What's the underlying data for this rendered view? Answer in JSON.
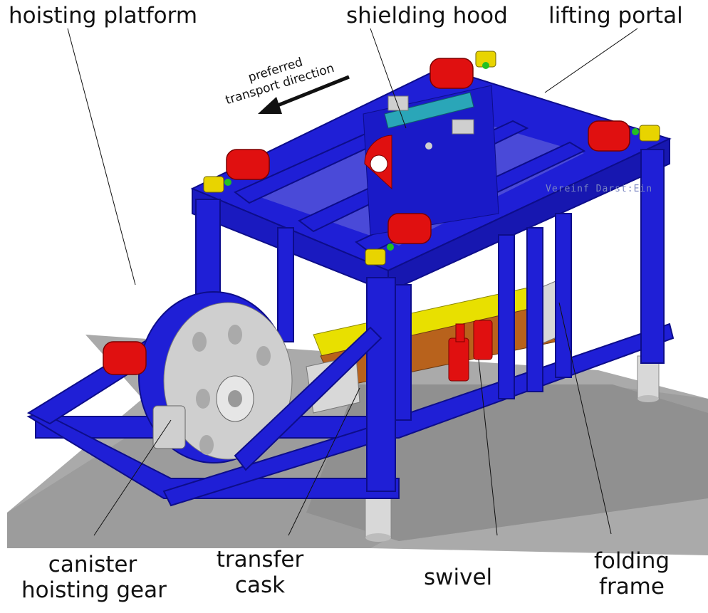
{
  "labels": {
    "hoisting_platform": "hoisting platform",
    "shielding_hood": "shielding hood",
    "lifting_portal": "lifting portal",
    "preferred_line1": "preferred",
    "preferred_line2": "transport direction",
    "canister_line1": "canister",
    "canister_line2": "hoisting gear",
    "transfer_line1": "transfer",
    "transfer_line2": "cask",
    "swivel": "swivel",
    "folding_line1": "folding",
    "folding_line2": "frame",
    "watermark": "Vereinf Darst:Ein"
  },
  "colors": {
    "frame_blue": "#1f1fd6",
    "frame_dark": "#0d0d8a",
    "motor_red": "#e01010",
    "cask_yellow": "#e8e000",
    "cask_copper": "#b8621c",
    "ground_grey": "#a8a8a8",
    "wheel_grey": "#cfcfcf",
    "shield_teal": "#2aa6b8"
  }
}
